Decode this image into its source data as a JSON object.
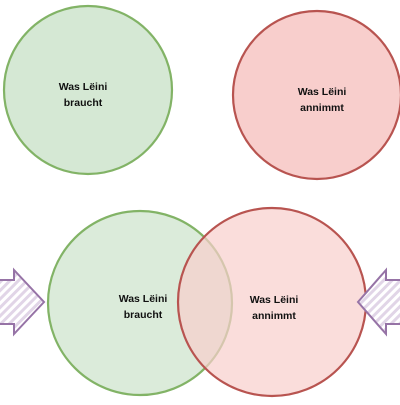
{
  "top_left_circle": {
    "line1": "Was Lëini",
    "line2": "braucht",
    "fill": "#d5e8d4",
    "stroke": "#82b366"
  },
  "top_right_circle": {
    "line1": "Was Lëini",
    "line2": "annimmt",
    "fill": "#f8cecc",
    "stroke": "#b85450"
  },
  "bottom_left_circle": {
    "line1": "Was Lëini",
    "line2": "braucht",
    "fill": "#d5e8d4",
    "stroke": "#82b366"
  },
  "bottom_right_circle": {
    "line1": "Was Lëini",
    "line2": "annimmt",
    "fill": "#f8cecc",
    "stroke": "#b85450"
  },
  "arrows": {
    "fill": "#e1d5e7",
    "stroke": "#9673a6"
  }
}
